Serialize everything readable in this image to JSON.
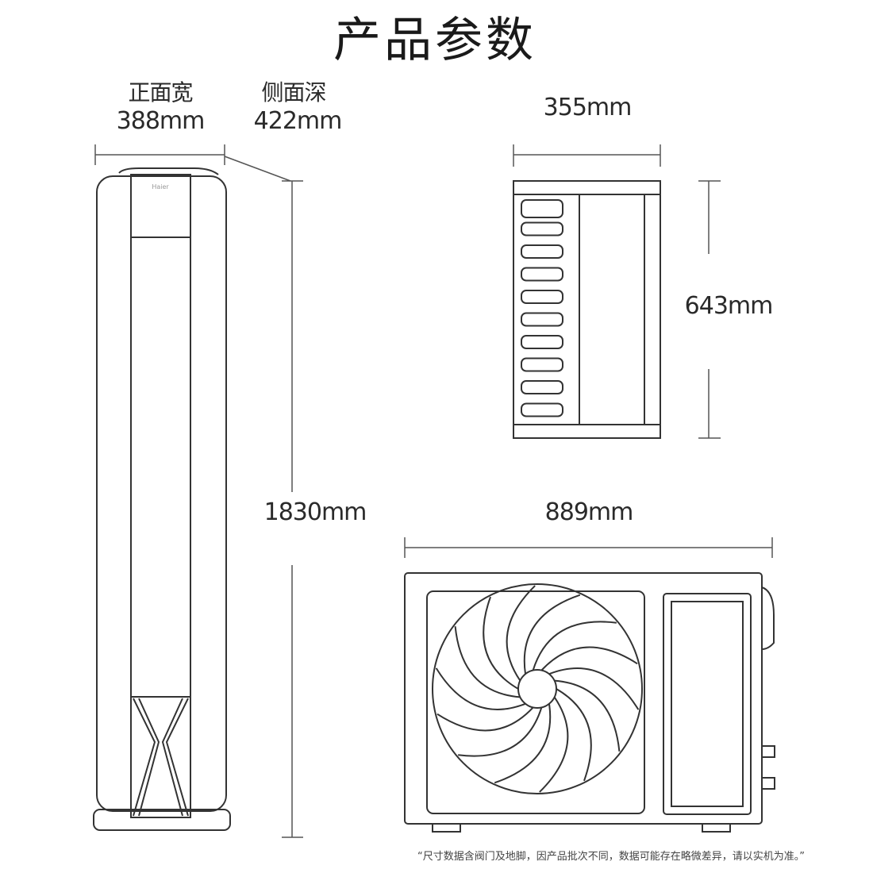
{
  "title": "产品参数",
  "indoor": {
    "front_width_label": "正面宽",
    "front_width_value": "388mm",
    "side_depth_label": "侧面深",
    "side_depth_value": "422mm",
    "height_value": "1830mm",
    "brand": "Haier"
  },
  "outdoor": {
    "depth_value": "355mm",
    "height_value": "643mm",
    "width_value": "889mm"
  },
  "footnote": "“尺寸数据含阀门及地脚，因产品批次不同，数据可能存在略微差异，请以实机为准。”",
  "colors": {
    "line": "#333333",
    "text": "#222222"
  }
}
